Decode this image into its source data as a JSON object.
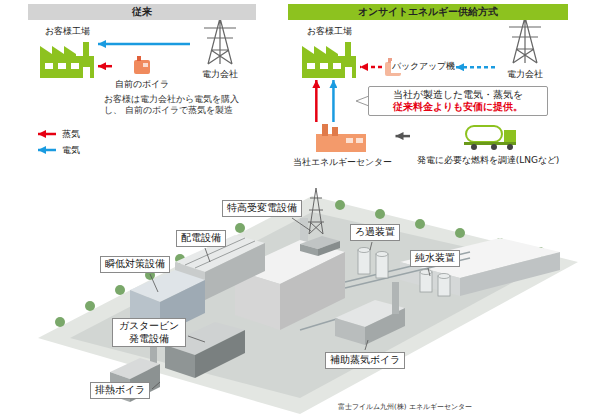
{
  "diagram": {
    "caption": "富士フイルム九州(株) エネルギーセンター",
    "nodes": [
      {
        "text": [
          "従来"
        ]
      },
      {
        "text": [
          "お客様工場"
        ],
        "in": 0
      },
      {
        "text": [
          "自前のボイラ"
        ],
        "in": 0
      },
      {
        "text": [
          "電力会社"
        ],
        "in": 0
      },
      {
        "text": [
          "オンサイトエネルギー供給方式"
        ]
      },
      {
        "text": [
          "お客様工場"
        ],
        "in": 4
      },
      {
        "text": [
          "バックアップ機"
        ],
        "in": 4
      },
      {
        "text": [
          "電力会社"
        ],
        "in": 4
      },
      {
        "text": [
          "当社エネルギーセンター"
        ],
        "in": 4
      },
      {
        "text": [
          "発電に必要な燃料を調達(LNGなど)"
        ],
        "in": 4
      },
      {
        "text": [
          "当社が製造した電気・蒸気を",
          "従来料金よりも安価に提供。"
        ],
        "in": 4
      },
      {
        "text": [
          "特高受変電設備"
        ]
      },
      {
        "text": [
          "ろ過装置"
        ]
      },
      {
        "text": [
          "配電設備"
        ]
      },
      {
        "text": [
          "純水装置"
        ]
      },
      {
        "text": [
          "瞬低対策設備"
        ]
      },
      {
        "text": [
          "ガスタービン 発電設備"
        ]
      },
      {
        "text": [
          "補助蒸気ボイラ"
        ]
      },
      {
        "text": [
          "排熱ボイラ"
        ]
      }
    ],
    "edges": [
      {
        "from": 2,
        "to": 1,
        "arrow": "to"
      },
      {
        "from": 3,
        "to": 1,
        "arrow": "to"
      },
      {
        "from": 6,
        "to": 5,
        "arrow": "to"
      },
      {
        "from": 7,
        "to": 6,
        "arrow": "to"
      },
      {
        "from": 8,
        "to": 5,
        "arrow": "to"
      },
      {
        "from": 8,
        "to": 5,
        "arrow": "to"
      },
      {
        "from": 9,
        "to": 8,
        "arrow": "to"
      }
    ],
    "labels": [
      "お客様は電力会社から電気を購入し、 自前のボイラで蒸気を製造"
    ],
    "legend": [
      {
        "text": "蒸気"
      },
      {
        "text": "電気"
      }
    ]
  }
}
